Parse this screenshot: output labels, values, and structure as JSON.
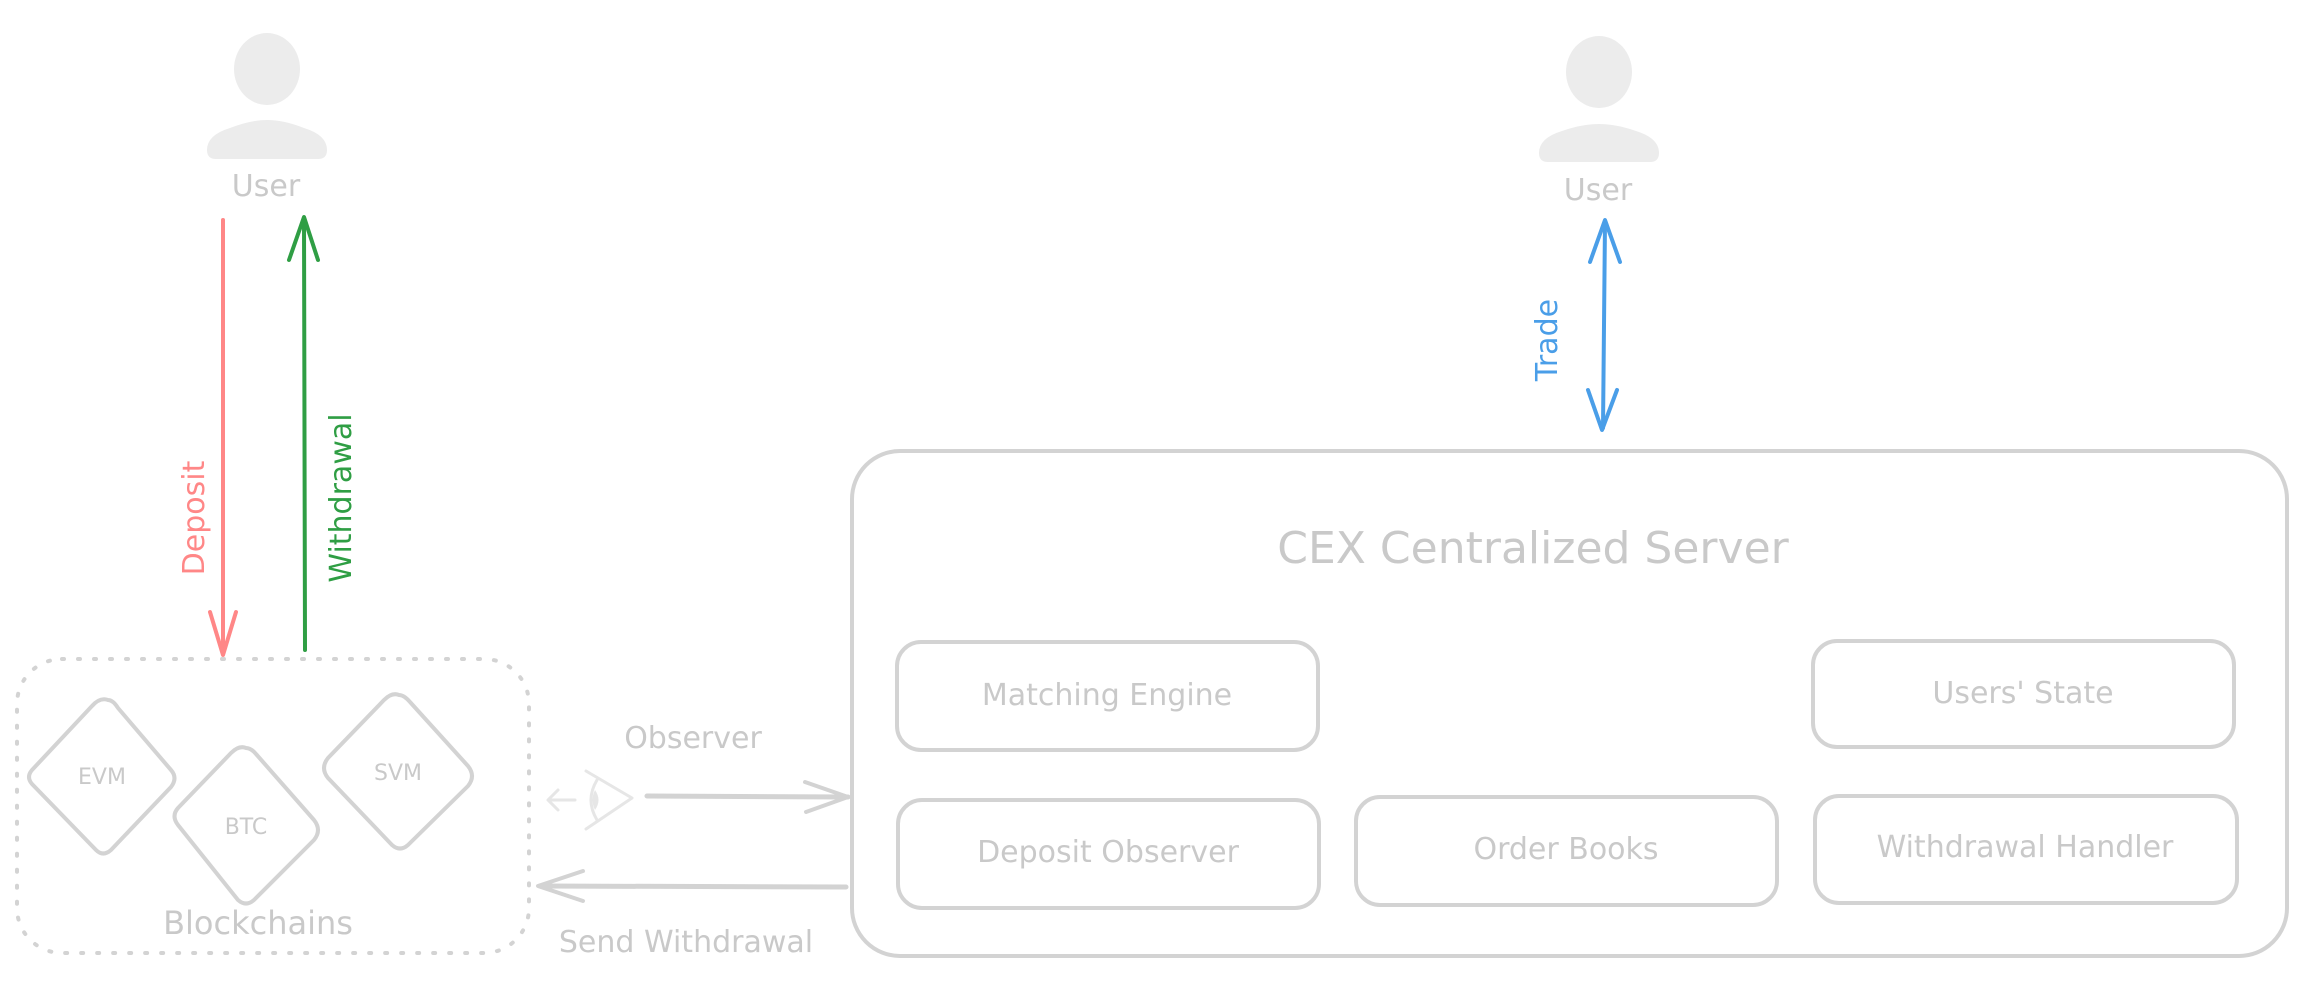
{
  "diagram": {
    "title": "CEX Centralized Server",
    "colors": {
      "stroke": "#d3d3d3",
      "text": "#c9c9c9",
      "user_fill": "#ececec",
      "deposit": "#ff8787",
      "withdrawal": "#2f9e44",
      "trade": "#4a9ee8",
      "eye": "#e6e6e6"
    },
    "users": [
      {
        "id": "user-left",
        "label": "User",
        "icon": "user-icon"
      },
      {
        "id": "user-right",
        "label": "User",
        "icon": "user-icon"
      }
    ],
    "blockchains": {
      "label": "Blockchains",
      "chains": [
        {
          "label": "EVM"
        },
        {
          "label": "BTC"
        },
        {
          "label": "SVM"
        }
      ]
    },
    "server": {
      "label": "CEX Centralized Server",
      "components": [
        {
          "label": "Matching Engine"
        },
        {
          "label": "Users' State"
        },
        {
          "label": "Deposit Observer"
        },
        {
          "label": "Order Books"
        },
        {
          "label": "Withdrawal Handler"
        }
      ]
    },
    "edges": [
      {
        "label": "Deposit",
        "from": "User",
        "to": "Blockchains",
        "direction": "down"
      },
      {
        "label": "Withdrawal",
        "from": "Blockchains",
        "to": "User",
        "direction": "up"
      },
      {
        "label": "Trade",
        "from": "User",
        "to": "CEX Centralized Server",
        "direction": "bidirectional"
      },
      {
        "label": "Observer",
        "from": "Blockchains",
        "to": "CEX Centralized Server",
        "direction": "right",
        "icon": "eye-icon"
      },
      {
        "label": "Send Withdrawal",
        "from": "CEX Centralized Server",
        "to": "Blockchains",
        "direction": "left"
      }
    ]
  }
}
